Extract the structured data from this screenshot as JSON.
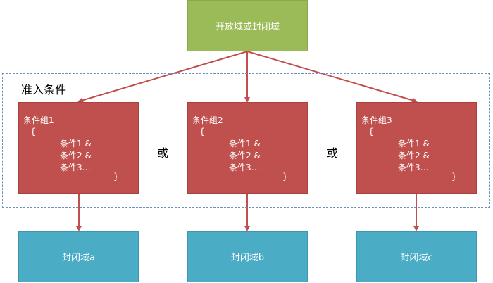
{
  "source_domain": {
    "label": "开放域或封闭域",
    "color": "#9bbb59"
  },
  "entry_conditions": {
    "label": "准入条件"
  },
  "condition_groups": [
    {
      "title": "条件组1",
      "brace_open": "{",
      "lines": [
        "条件1 &",
        "条件2 &",
        "条件3…"
      ],
      "brace_close": "}"
    },
    {
      "title": "条件组2",
      "brace_open": "{",
      "lines": [
        "条件1 &",
        "条件2 &",
        "条件3…"
      ],
      "brace_close": "}"
    },
    {
      "title": "条件组3",
      "brace_open": "{",
      "lines": [
        "条件1 &",
        "条件2 &",
        "条件3…"
      ],
      "brace_close": "}"
    }
  ],
  "connectors": [
    "或",
    "或"
  ],
  "closed_domains": [
    {
      "label": "封闭域a"
    },
    {
      "label": "封闭域b"
    },
    {
      "label": "封闭域c"
    }
  ],
  "colors": {
    "condition_fill": "#c0504d",
    "closed_fill": "#4bacc6",
    "arrow": "#c0504d",
    "dashed_border": "#6f8fbf"
  }
}
